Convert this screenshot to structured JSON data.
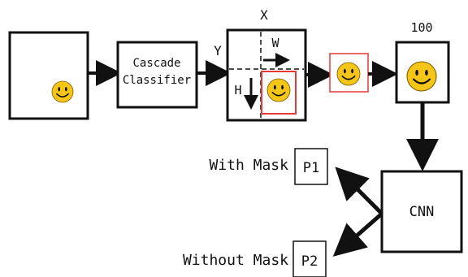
{
  "diagram": {
    "classifier_label_line1": "Cascade",
    "classifier_label_line2": "Classifier",
    "axis_x": "X",
    "axis_y": "Y",
    "axis_w": "W",
    "axis_h": "H",
    "resize_size": "100",
    "cnn_label": "CNN",
    "output_with_mask_label": "With Mask",
    "output_with_mask_prob": "P1",
    "output_without_mask_label": "Without Mask",
    "output_without_mask_prob": "P2",
    "colors": {
      "face_fill": "#f5c518",
      "crop_outline": "#e53935",
      "stroke": "#111111"
    }
  }
}
